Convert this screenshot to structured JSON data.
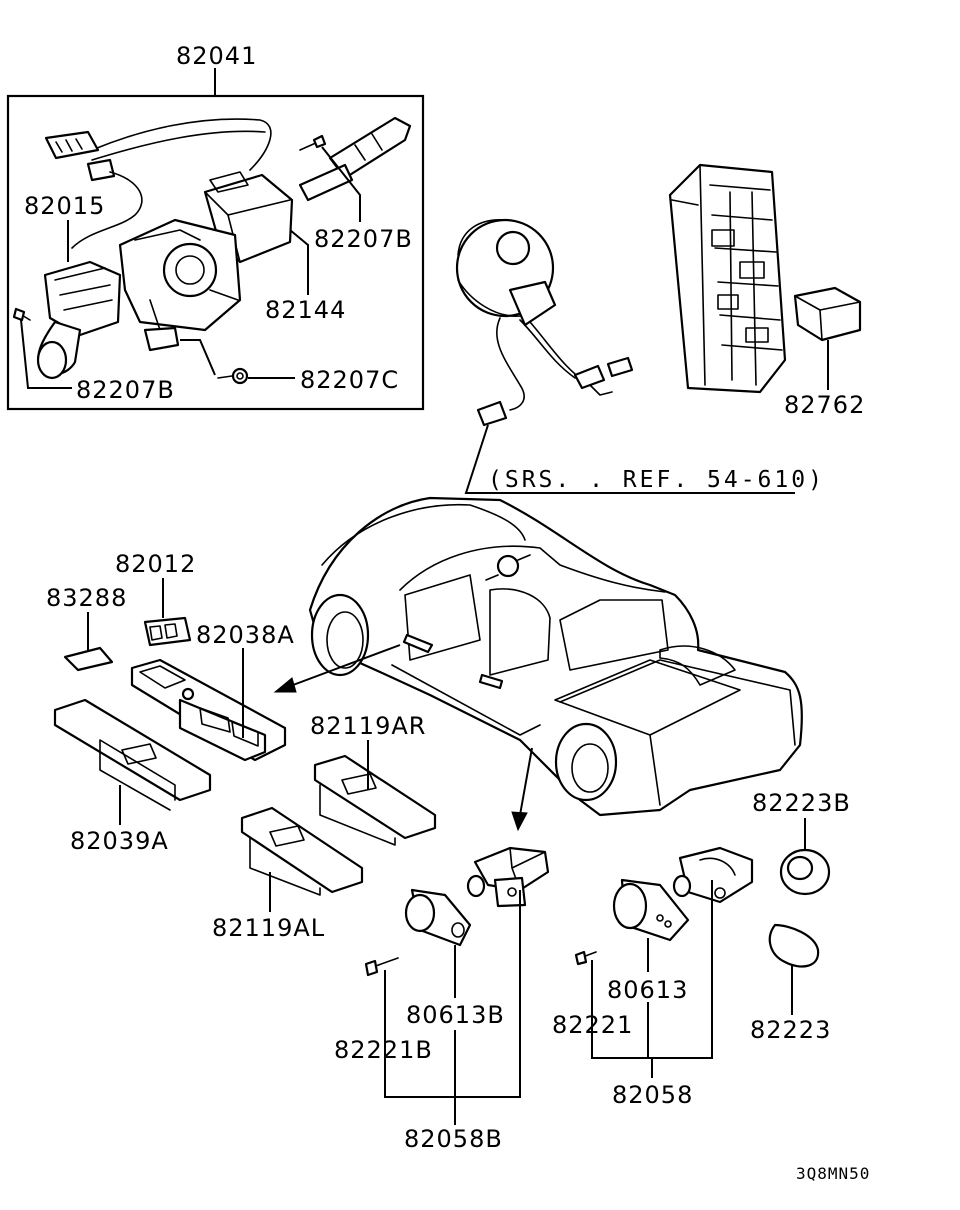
{
  "labels": {
    "p82041": "82041",
    "p82015": "82015",
    "p82207B_top": "82207B",
    "p82144": "82144",
    "p82207B_bottom": "82207B",
    "p82207C": "82207C",
    "p82762": "82762",
    "srs_ref": "(SRS. . REF. 54-610)",
    "p82012": "82012",
    "p83288": "83288",
    "p82038A": "82038A",
    "p82119AR": "82119AR",
    "p82039A": "82039A",
    "p82119AL": "82119AL",
    "p82223B": "82223B",
    "p80613": "80613",
    "p82223": "82223",
    "p80613B": "80613B",
    "p82221": "82221",
    "p82221B": "82221B",
    "p82058": "82058",
    "p82058B": "82058B",
    "figure_code": "3Q8MN50"
  }
}
